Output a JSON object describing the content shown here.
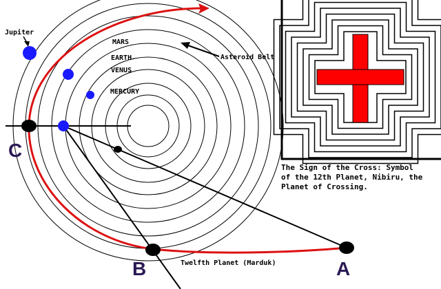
{
  "labels": {
    "jupiter": "Jupiter",
    "mars": "MARS",
    "earth": "EARTH",
    "venus": "VENUS",
    "mercury": "MERCURY",
    "asteroid_belt": "Asteroid Belt",
    "twelfth_planet": "Twelfth Planet (Marduk)",
    "point_a": "A",
    "point_b": "B",
    "point_c": "C"
  },
  "caption": {
    "line1": "The Sign of the Cross: Symbol",
    "line2": "of the 12th Planet, Nibiru, the",
    "line3": "Planet of Crossing."
  },
  "colors": {
    "orbit_path": "#dd1111",
    "planet_blue": "#1a1aff",
    "cross_red": "#ff0000",
    "big_letters": "#2b1a55"
  }
}
